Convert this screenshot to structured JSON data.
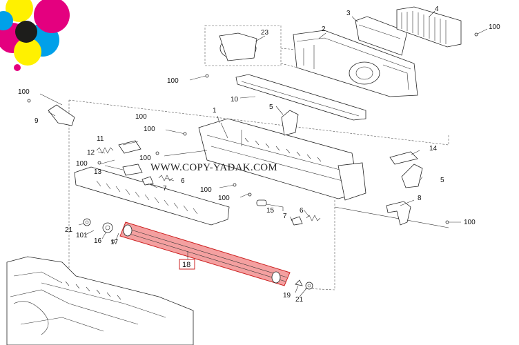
{
  "watermark": "WWW.COPY-YADAK.COM",
  "highlight_color": "#f4a0a0",
  "highlight_stroke": "#cc2222",
  "logo": {
    "colors": [
      "#e4007f",
      "#00a0e9",
      "#fff100",
      "#1d1d1b"
    ]
  },
  "labels": {
    "l1": "1",
    "l2": "2",
    "l3": "3",
    "l4": "4",
    "l5a": "5",
    "l5b": "5",
    "l6a": "6",
    "l6b": "6",
    "l7a": "7",
    "l7b": "7",
    "l8": "8",
    "l9": "9",
    "l10": "10",
    "l11": "11",
    "l12": "12",
    "l13": "13",
    "l14": "14",
    "l15": "15",
    "l16": "16",
    "l17": "17",
    "l18": "18",
    "l19": "19",
    "l21a": "21",
    "l21b": "21",
    "l23": "23",
    "l101": "101",
    "l100a": "100",
    "l100b": "100",
    "l100c": "100",
    "l100d": "100",
    "l100e": "100",
    "l100f": "100",
    "l100g": "100",
    "l100h": "100",
    "l100i": "100",
    "l100j": "100"
  }
}
